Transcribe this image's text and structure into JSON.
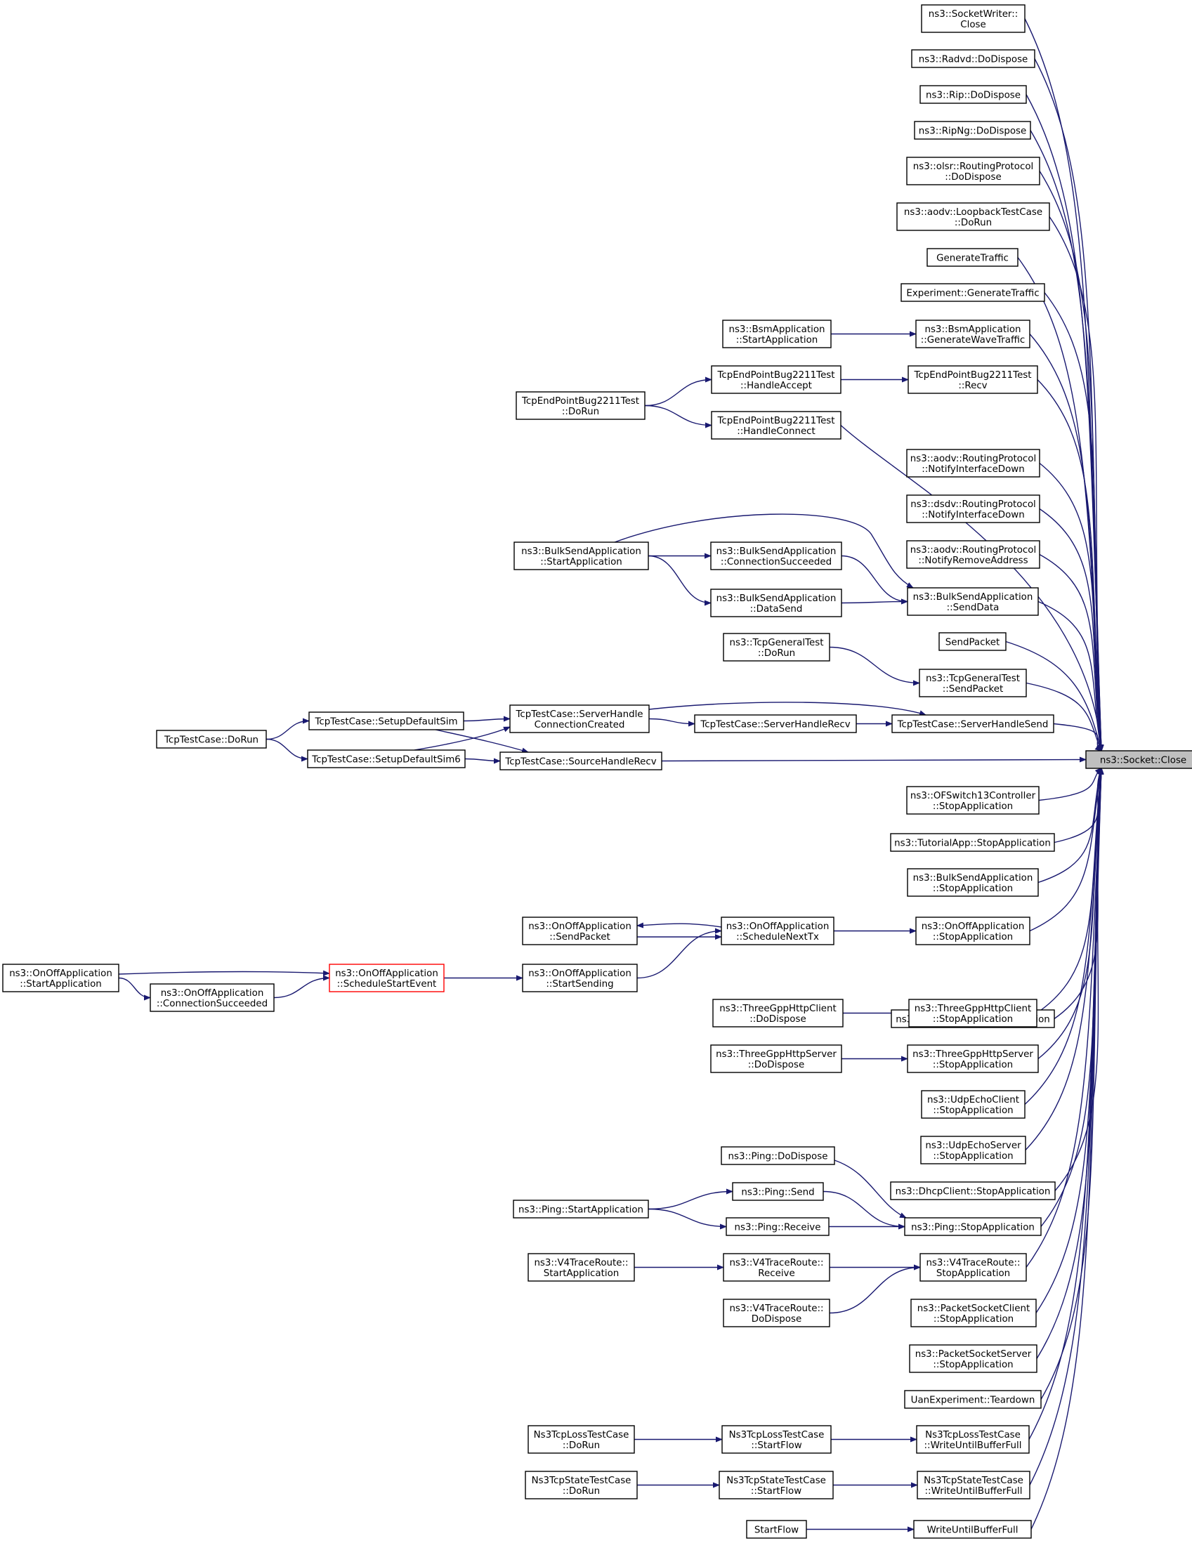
{
  "diagram": {
    "root": "root",
    "colors": {
      "edge": "#191970",
      "root_fill": "#bfbfbf",
      "highlight_border": "#ff0000",
      "node_border": "#000000"
    },
    "nodes": [
      {
        "id": "root",
        "lines": [
          "ns3::Socket::Close"
        ],
        "style": "root"
      },
      {
        "id": "swclose",
        "lines": [
          "ns3::SocketWriter::",
          "Close"
        ]
      },
      {
        "id": "radvd",
        "lines": [
          "ns3::Radvd::DoDispose"
        ]
      },
      {
        "id": "rip",
        "lines": [
          "ns3::Rip::DoDispose"
        ]
      },
      {
        "id": "ripng",
        "lines": [
          "ns3::RipNg::DoDispose"
        ]
      },
      {
        "id": "olsr",
        "lines": [
          "ns3::olsr::RoutingProtocol",
          "::DoDispose"
        ]
      },
      {
        "id": "aodvloop",
        "lines": [
          "ns3::aodv::LoopbackTestCase",
          "::DoRun"
        ]
      },
      {
        "id": "gentraffic",
        "lines": [
          "GenerateTraffic"
        ]
      },
      {
        "id": "expgen",
        "lines": [
          "Experiment::GenerateTraffic"
        ]
      },
      {
        "id": "bsmstart",
        "lines": [
          "ns3::BsmApplication",
          "::StartApplication"
        ]
      },
      {
        "id": "bsmwave",
        "lines": [
          "ns3::BsmApplication",
          "::GenerateWaveTraffic"
        ]
      },
      {
        "id": "tcpebdorun",
        "lines": [
          "TcpEndPointBug2211Test",
          "::DoRun"
        ]
      },
      {
        "id": "tcpebaccept",
        "lines": [
          "TcpEndPointBug2211Test",
          "::HandleAccept"
        ]
      },
      {
        "id": "tcpebrecv",
        "lines": [
          "TcpEndPointBug2211Test",
          "::Recv"
        ]
      },
      {
        "id": "tcpebconnect",
        "lines": [
          "TcpEndPointBug2211Test",
          "::HandleConnect"
        ]
      },
      {
        "id": "aodvnotify",
        "lines": [
          "ns3::aodv::RoutingProtocol",
          "::NotifyInterfaceDown"
        ]
      },
      {
        "id": "dsdvnotify",
        "lines": [
          "ns3::dsdv::RoutingProtocol",
          "::NotifyInterfaceDown"
        ]
      },
      {
        "id": "aodvremove",
        "lines": [
          "ns3::aodv::RoutingProtocol",
          "::NotifyRemoveAddress"
        ]
      },
      {
        "id": "bulkstart",
        "lines": [
          "ns3::BulkSendApplication",
          "::StartApplication"
        ]
      },
      {
        "id": "bulkconn",
        "lines": [
          "ns3::BulkSendApplication",
          "::ConnectionSucceeded"
        ]
      },
      {
        "id": "bulkdatasend",
        "lines": [
          "ns3::BulkSendApplication",
          "::DataSend"
        ]
      },
      {
        "id": "bulksenddata",
        "lines": [
          "ns3::BulkSendApplication",
          "::SendData"
        ]
      },
      {
        "id": "sendpacket",
        "lines": [
          "SendPacket"
        ]
      },
      {
        "id": "tcpgendorun",
        "lines": [
          "ns3::TcpGeneralTest",
          "::DoRun"
        ]
      },
      {
        "id": "tcpgensend",
        "lines": [
          "ns3::TcpGeneralTest",
          "::SendPacket"
        ]
      },
      {
        "id": "tcdorun",
        "lines": [
          "TcpTestCase::DoRun"
        ]
      },
      {
        "id": "tcsetup",
        "lines": [
          "TcpTestCase::SetupDefaultSim"
        ]
      },
      {
        "id": "tcsetup6",
        "lines": [
          "TcpTestCase::SetupDefaultSim6"
        ]
      },
      {
        "id": "tcconncreated",
        "lines": [
          "TcpTestCase::ServerHandle",
          "ConnectionCreated"
        ]
      },
      {
        "id": "tcsrvrecv",
        "lines": [
          "TcpTestCase::ServerHandleRecv"
        ]
      },
      {
        "id": "tcsrvsend",
        "lines": [
          "TcpTestCase::ServerHandleSend"
        ]
      },
      {
        "id": "tcsrcrecv",
        "lines": [
          "TcpTestCase::SourceHandleRecv"
        ]
      },
      {
        "id": "ofswitch",
        "lines": [
          "ns3::OFSwitch13Controller",
          "::StopApplication"
        ]
      },
      {
        "id": "tutorial",
        "lines": [
          "ns3::TutorialApp::StopApplication"
        ]
      },
      {
        "id": "bulkstop",
        "lines": [
          "ns3::BulkSendApplication",
          "::StopApplication"
        ]
      },
      {
        "id": "onoffsendpkt",
        "lines": [
          "ns3::OnOffApplication",
          "::SendPacket"
        ]
      },
      {
        "id": "onoffnexttx",
        "lines": [
          "ns3::OnOffApplication",
          "::ScheduleNextTx"
        ]
      },
      {
        "id": "onoffstop",
        "lines": [
          "ns3::OnOffApplication",
          "::StopApplication"
        ]
      },
      {
        "id": "onoffstartapp",
        "lines": [
          "ns3::OnOffApplication",
          "::StartApplication"
        ]
      },
      {
        "id": "onoffconn",
        "lines": [
          "ns3::OnOffApplication",
          "::ConnectionSucceeded"
        ]
      },
      {
        "id": "onoffschedstart",
        "lines": [
          "ns3::OnOffApplication",
          "::ScheduleStartEvent"
        ],
        "style": "highlight"
      },
      {
        "id": "onoffstartsend",
        "lines": [
          "ns3::OnOffApplication",
          "::StartSending"
        ]
      },
      {
        "id": "pktsinkstop",
        "lines": [
          "ns3::PacketSink::StopApplication"
        ]
      },
      {
        "id": "httpclidispose",
        "lines": [
          "ns3::ThreeGppHttpClient",
          "::DoDispose"
        ]
      },
      {
        "id": "httpclistop",
        "lines": [
          "ns3::ThreeGppHttpClient",
          "::StopApplication"
        ]
      },
      {
        "id": "httpsrvdispose",
        "lines": [
          "ns3::ThreeGppHttpServer",
          "::DoDispose"
        ]
      },
      {
        "id": "httpsrvstop",
        "lines": [
          "ns3::ThreeGppHttpServer",
          "::StopApplication"
        ]
      },
      {
        "id": "udpclistop",
        "lines": [
          "ns3::UdpEchoClient",
          "::StopApplication"
        ]
      },
      {
        "id": "udpsrvstop",
        "lines": [
          "ns3::UdpEchoServer",
          "::StopApplication"
        ]
      },
      {
        "id": "pingdispose",
        "lines": [
          "ns3::Ping::DoDispose"
        ]
      },
      {
        "id": "dhcpstop",
        "lines": [
          "ns3::DhcpClient::StopApplication"
        ]
      },
      {
        "id": "pingsend",
        "lines": [
          "ns3::Ping::Send"
        ]
      },
      {
        "id": "pingstartapp",
        "lines": [
          "ns3::Ping::StartApplication"
        ]
      },
      {
        "id": "pingreceive",
        "lines": [
          "ns3::Ping::Receive"
        ]
      },
      {
        "id": "pingstop",
        "lines": [
          "ns3::Ping::StopApplication"
        ]
      },
      {
        "id": "v4startapp",
        "lines": [
          "ns3::V4TraceRoute::",
          "StartApplication"
        ]
      },
      {
        "id": "v4receive",
        "lines": [
          "ns3::V4TraceRoute::",
          "Receive"
        ]
      },
      {
        "id": "v4stop",
        "lines": [
          "ns3::V4TraceRoute::",
          "StopApplication"
        ]
      },
      {
        "id": "v4dispose",
        "lines": [
          "ns3::V4TraceRoute::",
          "DoDispose"
        ]
      },
      {
        "id": "pktsockcli",
        "lines": [
          "ns3::PacketSocketClient",
          "::StopApplication"
        ]
      },
      {
        "id": "pktsocksrv",
        "lines": [
          "ns3::PacketSocketServer",
          "::StopApplication"
        ]
      },
      {
        "id": "uanteardown",
        "lines": [
          "UanExperiment::Teardown"
        ]
      },
      {
        "id": "losstcdorun",
        "lines": [
          "Ns3TcpLossTestCase",
          "::DoRun"
        ]
      },
      {
        "id": "losstcflow",
        "lines": [
          "Ns3TcpLossTestCase",
          "::StartFlow"
        ]
      },
      {
        "id": "losstcwrite",
        "lines": [
          "Ns3TcpLossTestCase",
          "::WriteUntilBufferFull"
        ]
      },
      {
        "id": "statetcdorun",
        "lines": [
          "Ns3TcpStateTestCase",
          "::DoRun"
        ]
      },
      {
        "id": "statetcflow",
        "lines": [
          "Ns3TcpStateTestCase",
          "::StartFlow"
        ]
      },
      {
        "id": "statetcwrite",
        "lines": [
          "Ns3TcpStateTestCase",
          "::WriteUntilBufferFull"
        ]
      },
      {
        "id": "startflow",
        "lines": [
          "StartFlow"
        ]
      },
      {
        "id": "writefull",
        "lines": [
          "WriteUntilBufferFull"
        ]
      }
    ],
    "edges": [
      [
        "swclose",
        "root"
      ],
      [
        "radvd",
        "root"
      ],
      [
        "rip",
        "root"
      ],
      [
        "ripng",
        "root"
      ],
      [
        "olsr",
        "root"
      ],
      [
        "aodvloop",
        "root"
      ],
      [
        "gentraffic",
        "root"
      ],
      [
        "expgen",
        "root"
      ],
      [
        "bsmwave",
        "root"
      ],
      [
        "bsmstart",
        "bsmwave"
      ],
      [
        "tcpebrecv",
        "root"
      ],
      [
        "tcpebaccept",
        "tcpebrecv"
      ],
      [
        "tcpebdorun",
        "tcpebaccept"
      ],
      [
        "tcpebconnect",
        "root"
      ],
      [
        "tcpebdorun",
        "tcpebconnect"
      ],
      [
        "aodvnotify",
        "root"
      ],
      [
        "dsdvnotify",
        "root"
      ],
      [
        "aodvremove",
        "root"
      ],
      [
        "bulksenddata",
        "root"
      ],
      [
        "bulkconn",
        "bulksenddata"
      ],
      [
        "bulkdatasend",
        "bulksenddata"
      ],
      [
        "bulkstart",
        "bulkconn"
      ],
      [
        "bulkstart",
        "bulkdatasend"
      ],
      [
        "bulkstart",
        "bulksenddata"
      ],
      [
        "sendpacket",
        "root"
      ],
      [
        "tcpgensend",
        "root"
      ],
      [
        "tcpgendorun",
        "tcpgensend"
      ],
      [
        "tcsrvsend",
        "root"
      ],
      [
        "tcsrvrecv",
        "tcsrvsend"
      ],
      [
        "tcconncreated",
        "tcsrvrecv"
      ],
      [
        "tcconncreated",
        "tcsrvsend"
      ],
      [
        "tcsetup",
        "tcconncreated"
      ],
      [
        "tcsetup6",
        "tcconncreated"
      ],
      [
        "tcsetup",
        "tcsrcrecv"
      ],
      [
        "tcsetup6",
        "tcsrcrecv"
      ],
      [
        "tcdorun",
        "tcsetup"
      ],
      [
        "tcdorun",
        "tcsetup6"
      ],
      [
        "tcsrcrecv",
        "root"
      ],
      [
        "ofswitch",
        "root"
      ],
      [
        "tutorial",
        "root"
      ],
      [
        "bulkstop",
        "root"
      ],
      [
        "onoffstop",
        "root"
      ],
      [
        "onoffnexttx",
        "onoffstop"
      ],
      [
        "onoffnexttx",
        "onoffsendpkt"
      ],
      [
        "onoffsendpkt",
        "onoffnexttx"
      ],
      [
        "onoffstartsend",
        "onoffnexttx"
      ],
      [
        "onoffschedstart",
        "onoffstartsend"
      ],
      [
        "onoffstartapp",
        "onoffschedstart"
      ],
      [
        "onoffconn",
        "onoffschedstart"
      ],
      [
        "onoffstartapp",
        "onoffconn"
      ],
      [
        "pktsinkstop",
        "root"
      ],
      [
        "httpclistop",
        "root"
      ],
      [
        "httpclidispose",
        "httpclistop"
      ],
      [
        "httpsrvstop",
        "root"
      ],
      [
        "httpsrvdispose",
        "httpsrvstop"
      ],
      [
        "udpclistop",
        "root"
      ],
      [
        "udpsrvstop",
        "root"
      ],
      [
        "dhcpstop",
        "root"
      ],
      [
        "pingstop",
        "root"
      ],
      [
        "pingdispose",
        "pingstop"
      ],
      [
        "pingsend",
        "pingstop"
      ],
      [
        "pingreceive",
        "pingstop"
      ],
      [
        "pingstartapp",
        "pingsend"
      ],
      [
        "pingstartapp",
        "pingreceive"
      ],
      [
        "v4stop",
        "root"
      ],
      [
        "v4receive",
        "v4stop"
      ],
      [
        "v4dispose",
        "v4stop"
      ],
      [
        "v4startapp",
        "v4receive"
      ],
      [
        "pktsockcli",
        "root"
      ],
      [
        "pktsocksrv",
        "root"
      ],
      [
        "uanteardown",
        "root"
      ],
      [
        "losstcwrite",
        "root"
      ],
      [
        "losstcflow",
        "losstcwrite"
      ],
      [
        "losstcdorun",
        "losstcflow"
      ],
      [
        "statetcwrite",
        "root"
      ],
      [
        "statetcflow",
        "statetcwrite"
      ],
      [
        "statetcdorun",
        "statetcflow"
      ],
      [
        "writefull",
        "root"
      ],
      [
        "startflow",
        "writefull"
      ]
    ]
  }
}
